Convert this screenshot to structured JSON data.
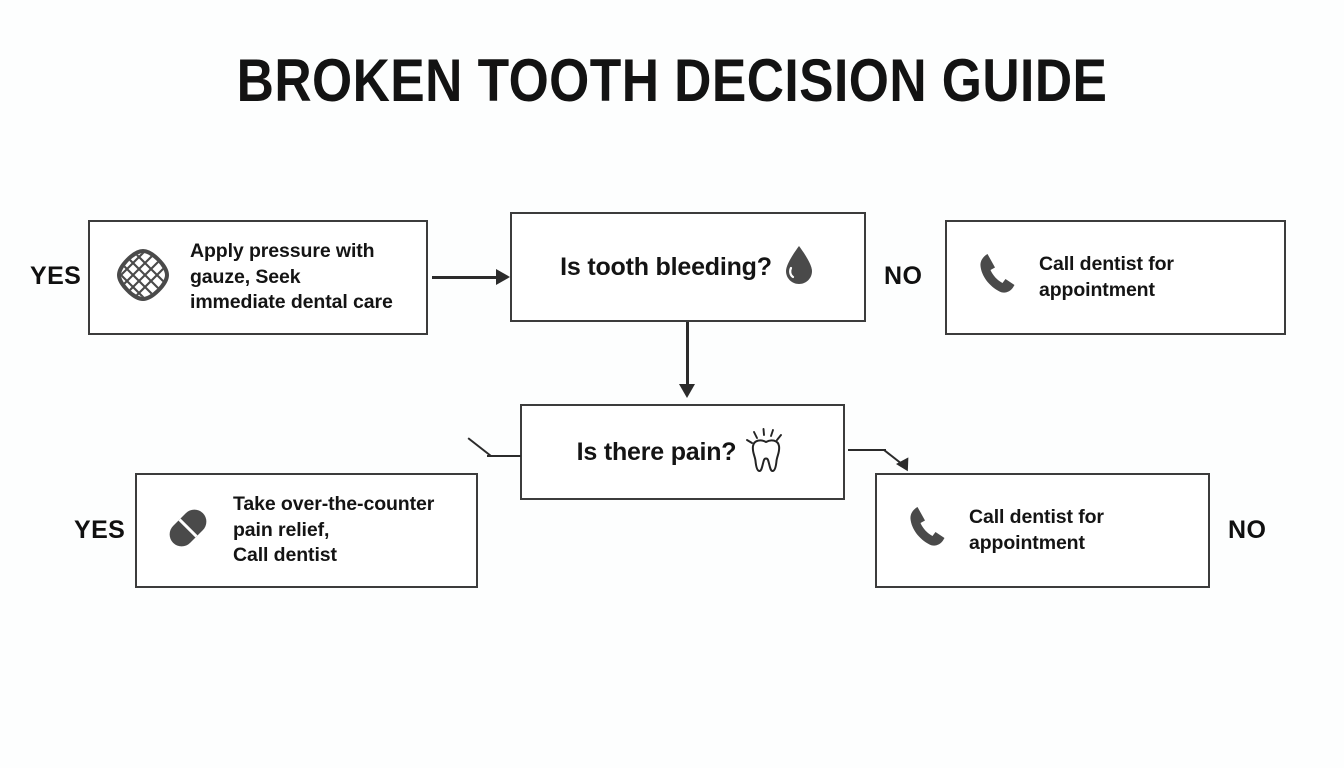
{
  "title": "BROKEN TOOTH DECISION GUIDE",
  "decisions": [
    {
      "id": "bleeding",
      "question": "Is tooth bleeding?",
      "icon": "blood-drop-icon"
    },
    {
      "id": "pain",
      "question": "Is there pain?",
      "icon": "aching-tooth-icon"
    }
  ],
  "branch_labels": {
    "bleeding_yes": "YES",
    "bleeding_no": "NO",
    "pain_yes": "YES",
    "pain_no": "NO"
  },
  "actions": [
    {
      "id": "bleeding-yes-action",
      "text": "Apply pressure with\ngauze, Seek\nimmediate dental care",
      "icon": "gauze-pad-icon"
    },
    {
      "id": "bleeding-no-action",
      "text": "Call dentist for\nappointment",
      "icon": "phone-icon"
    },
    {
      "id": "pain-yes-action",
      "text": "Take over-the-counter\npain relief,\nCall dentist",
      "icon": "pill-icon"
    },
    {
      "id": "pain-no-action",
      "text": "Call dentist for\nappointment",
      "icon": "phone-icon"
    }
  ],
  "colors": {
    "background": "#fdfefe",
    "box_border": "#3c3c3c",
    "text": "#141414",
    "icon": "#4a4a4a",
    "connector": "#2b2b2b"
  }
}
